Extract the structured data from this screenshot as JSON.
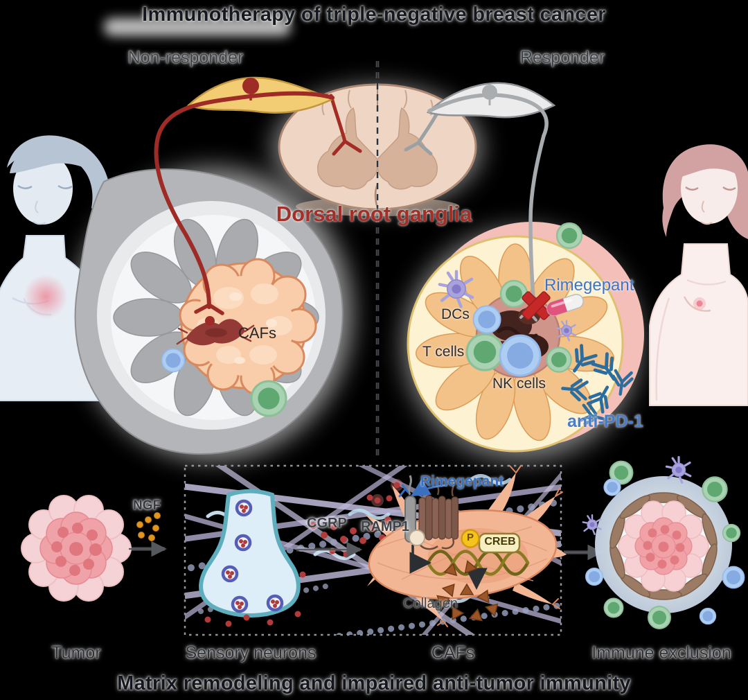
{
  "title_top": "Immunotherapy of triple-negative breast cancer",
  "title_bottom": "Matrix remodeling and impaired anti-tumor immunity",
  "top_panel": {
    "left_condition": "Non-responder",
    "right_condition": "Responder",
    "ganglia_label": "Dorsal root ganglia",
    "cafs_label": "CAFs",
    "dcs_label": "DCs",
    "t_cells_label": "T cells",
    "nk_cells_label": "NK cells",
    "rimegepant_label": "Rimegepant",
    "anti_pd1_label": "anti-PD-1"
  },
  "bottom_panel": {
    "tumor_label": "Tumor",
    "ngf_label": "NGF",
    "sensory_neurons_label": "Sensory neurons",
    "cgrp_label": "CGRP",
    "ramp1_label": "RAMP1",
    "rimegepant_label": "Rimegepant",
    "p_label": "P",
    "creb_label": "CREB",
    "collagen_label": "Collagen",
    "cafs_label": "CAFs",
    "immune_exclusion_label": "Immune exclusion"
  },
  "colors": {
    "background": "#000000",
    "title_text": "#15181e",
    "ganglia_text": "#a23029",
    "drug_text": "#3b70bf",
    "antibody_text": "#4a7dc6",
    "nerve_nonresponder": "#9e2b25",
    "nerve_responder": "#a7abae",
    "drg_inflamed": "#f3cd74",
    "tumor_peach": "#f9cdaa",
    "immune_green": "#5fa872",
    "immune_blue": "#86abe3",
    "dendritic_purple": "#a9a3dd",
    "collagen_triangle": "#9c5526"
  }
}
